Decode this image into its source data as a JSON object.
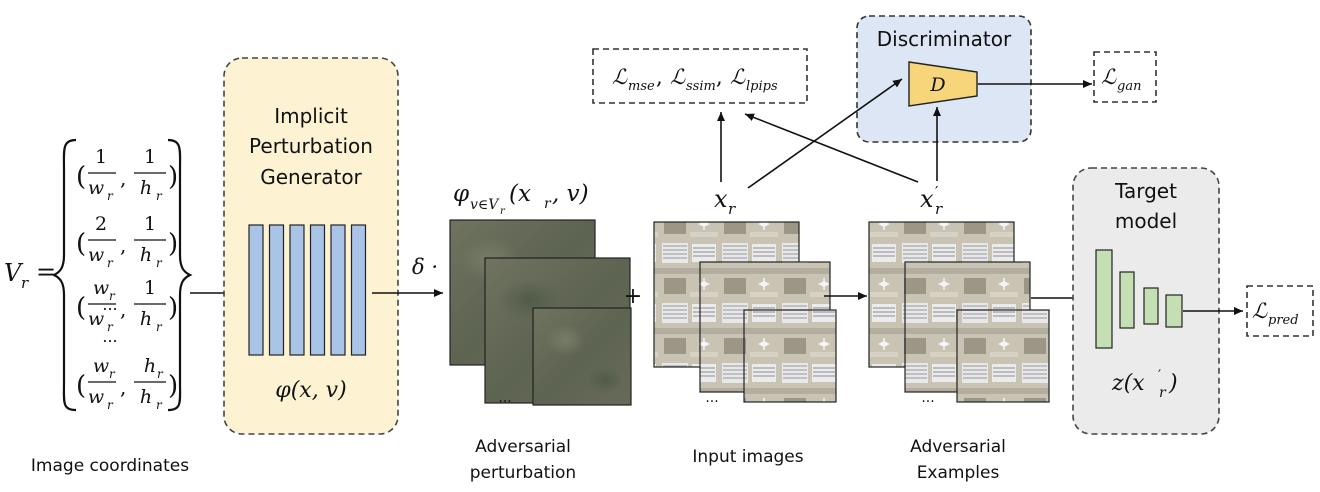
{
  "vr": {
    "symbol": "V",
    "symbol_sub": "r",
    "equals": "=",
    "rows": [
      {
        "num1": "1",
        "den1": "w",
        "num2": "1",
        "den2": "h"
      },
      {
        "num1": "2",
        "den1": "w",
        "num2": "1",
        "den2": "h"
      },
      {
        "num1": "w",
        "den1": "w",
        "num2": "1",
        "den2": "h"
      },
      {
        "num1": "w",
        "den1": "w",
        "num2": "h",
        "den2": "h"
      }
    ],
    "sub": "r",
    "ellipsis": "...",
    "caption": "Image coordinates"
  },
  "generator": {
    "title_lines": [
      "Implicit",
      "Perturbation",
      "Generator"
    ],
    "formula": "φ(x, v)",
    "bar_color": "#a9c4e6",
    "box_fill": "#fdf3d2"
  },
  "delta": "δ ·",
  "perturbation": {
    "label_main": "φ",
    "label_sub": "v∈V",
    "label_subsub": "r",
    "label_args": "(x",
    "label_args_sub": "r",
    "label_args_end": ", v)",
    "ellipsis": "...",
    "caption_lines": [
      "Adversarial",
      "perturbation"
    ]
  },
  "plus": "+",
  "input_images": {
    "label": "x",
    "label_sub": "r",
    "ellipsis": "...",
    "caption": "Input images"
  },
  "adv_examples": {
    "label": "x",
    "label_sub": "r",
    "label_prime": "′",
    "ellipsis": "...",
    "caption_lines": [
      "Adversarial",
      "Examples"
    ]
  },
  "losses": {
    "recon": {
      "prefix": "ℒ",
      "parts": [
        "mse",
        "ssim",
        "lpips"
      ],
      "sep": ","
    },
    "gan": {
      "prefix": "ℒ",
      "sub": "gan"
    },
    "pred": {
      "prefix": "ℒ",
      "sub": "pred"
    }
  },
  "discriminator": {
    "title": "Discriminator",
    "symbol": "D",
    "box_fill": "#dce6f4",
    "trap_fill": "#f7d57a"
  },
  "target_model": {
    "title_lines": [
      "Target",
      "model"
    ],
    "formula_pre": "z(x",
    "formula_sub": "r",
    "formula_post": ")",
    "box_fill": "#ebebeb",
    "bar_color": "#c5dfb4"
  }
}
